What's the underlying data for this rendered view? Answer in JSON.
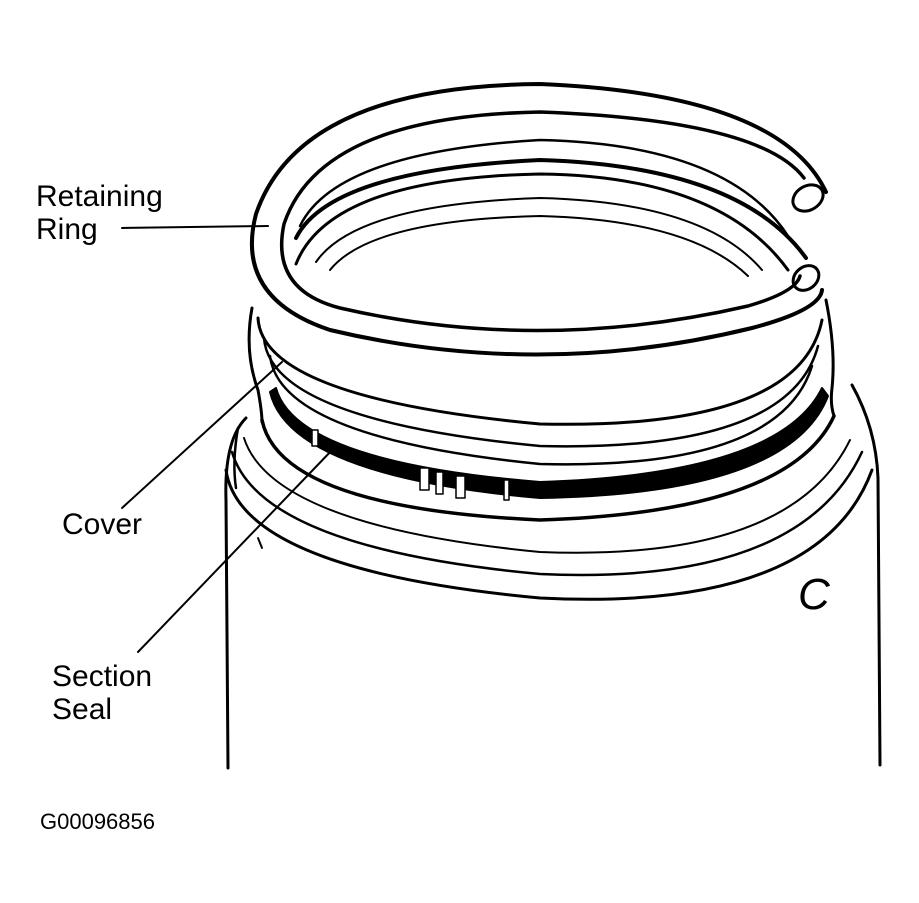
{
  "labels": {
    "retaining_ring": [
      "Retaining",
      "Ring"
    ],
    "cover": "Cover",
    "section_seal": [
      "Section",
      "Seal"
    ]
  },
  "corner_mark": "C",
  "figure_code": "G00096856",
  "colors": {
    "ink": "#000000",
    "paper": "#ffffff"
  }
}
